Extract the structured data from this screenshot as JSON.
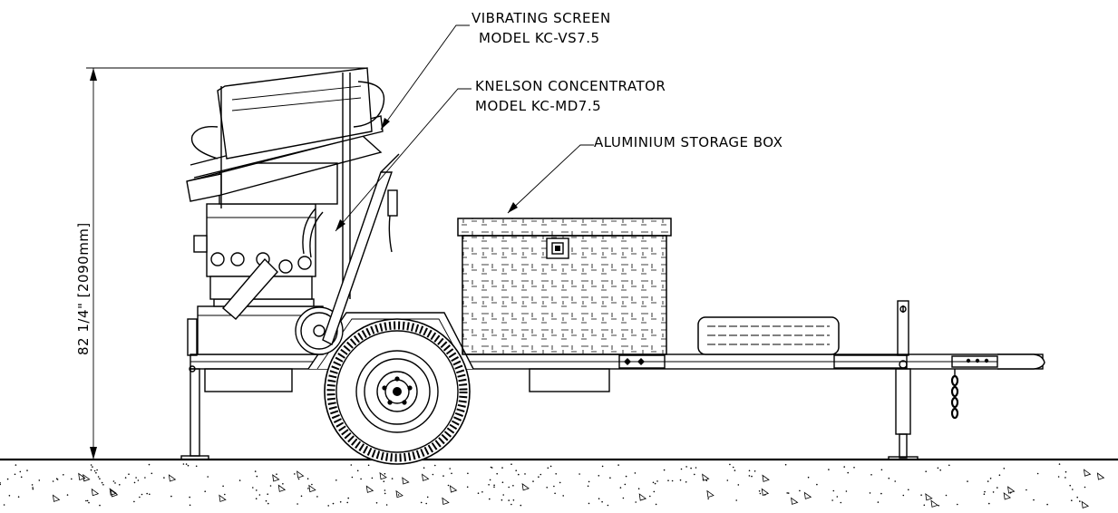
{
  "labels": {
    "vibrating_screen_line1": "VIBRATING SCREEN",
    "vibrating_screen_line2": "MODEL KC-VS7.5",
    "knelson_line1": "KNELSON CONCENTRATOR",
    "knelson_line2": "MODEL KC-MD7.5",
    "storage_box": "ALUMINIUM STORAGE BOX"
  },
  "dimension": {
    "height_text": "82 1/4\" [2090mm]"
  }
}
